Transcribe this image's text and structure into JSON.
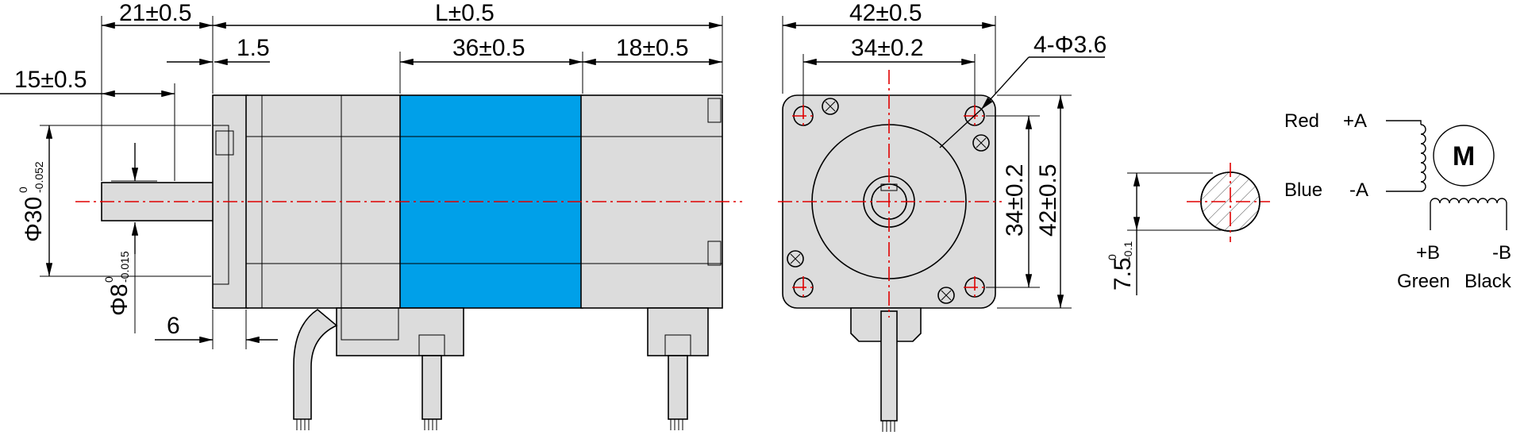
{
  "dimensions": {
    "shaft_len": "21±0.5",
    "body_len": "L±0.5",
    "flange_thick": "1.5",
    "encoder_len": "36±0.5",
    "rear_len": "18±0.5",
    "boss_len": "15±0.5",
    "pilot_dia_main": "Φ30",
    "pilot_dia_tol_upper": "0",
    "pilot_dia_tol_lower": "-0.052",
    "shaft_dia_main": "Φ8",
    "shaft_dia_tol_upper": "0",
    "shaft_dia_tol_lower": "-0.015",
    "flange_gap": "6",
    "front_width": "42±0.5",
    "hole_spacing": "34±0.2",
    "holes": "4-Φ3.6",
    "hole_spacing_v": "34±0.2",
    "front_height": "42±0.5",
    "flat_main": "7.5",
    "flat_tol_upper": "0",
    "flat_tol_lower": "-0.1"
  },
  "wiring": {
    "red_label": "Red",
    "red_phase": "+A",
    "blue_label": "Blue",
    "blue_phase": "-A",
    "motor_symbol": "M",
    "b_plus": "+B",
    "b_minus": "-B",
    "green_label": "Green",
    "black_label": "Black"
  },
  "colors": {
    "motor_body": "#dcdcdc",
    "encoder_band": "#00a0e9",
    "center_line": "#e00000",
    "line": "#000000"
  }
}
